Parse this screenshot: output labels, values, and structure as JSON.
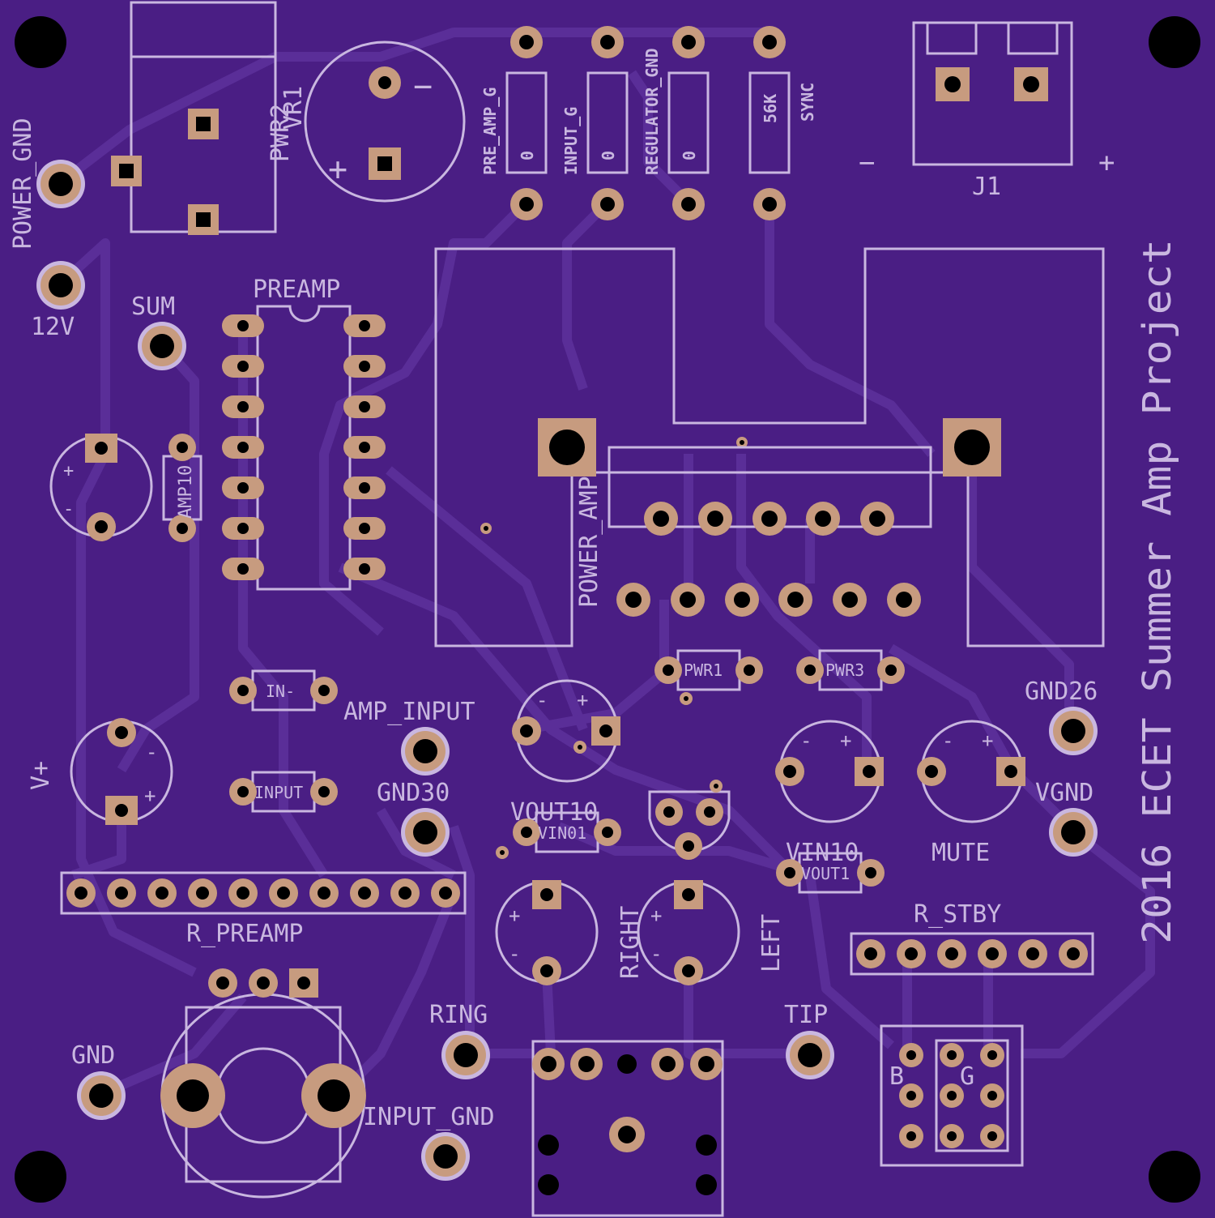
{
  "colors": {
    "board": "#4a1e84",
    "silkscreen": "#c9b7e0",
    "trace": "#5a2e98",
    "copper_pad": "#c79b7f",
    "drill": "#000000"
  },
  "board_title": "2016 ECET Summer Amp Project",
  "labels": {
    "power_gnd": "POWER_GND",
    "v12": "12V",
    "pwr2": "PWR2",
    "vr1": "VR1",
    "preamp": "PREAMP",
    "sum": "SUM",
    "amp10": "AMP10",
    "pre_amp_g": "PRE_AMP_G",
    "input_g": "INPUT_G",
    "regulator_gnd": "REGULATOR_GND",
    "sync": "SYNC",
    "val_0a": "0",
    "val_0b": "0",
    "val_0c": "0",
    "val_56k": "56K",
    "j1": "J1",
    "j1_minus": "−",
    "j1_plus": "+",
    "vr1_minus": "−",
    "vr1_plus": "+",
    "power_amp": "POWER_AMP",
    "pwr1": "PWR1",
    "pwr3": "PWR3",
    "in_minus": "IN-",
    "input": "INPUT",
    "amp_input": "AMP_INPUT",
    "gnd30": "GND30",
    "vout10": "VOUT10",
    "vin01": "VIN01",
    "vin10": "VIN10",
    "vout1": "VOUT1",
    "gnd26": "GND26",
    "vgnd": "VGND",
    "mute": "MUTE",
    "v_plus": "V+",
    "r_preamp": "R_PREAMP",
    "r_stby": "R_STBY",
    "right": "RIGHT",
    "left": "LEFT",
    "ring": "RING",
    "tip": "TIP",
    "gnd": "GND",
    "input_gnd": "INPUT_GND",
    "b": "B",
    "g": "G"
  }
}
